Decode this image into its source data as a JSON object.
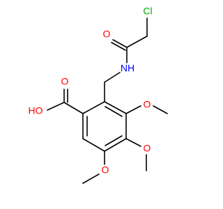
{
  "molecule": {
    "colors": {
      "bond": "#000000",
      "oxygen": "#ff0000",
      "nitrogen": "#0000ff",
      "chlorine": "#00aa00",
      "background": "#ffffff"
    },
    "atom_labels": {
      "chlorine": "Cl",
      "amide_oxygen": "O",
      "amide_nitrogen": "NH",
      "acid_carbonyl_oxygen": "O",
      "acid_hydroxyl": "HO",
      "methoxy_oxygen_1": "O",
      "methoxy_oxygen_2": "O",
      "methoxy_oxygen_3": "O"
    }
  }
}
